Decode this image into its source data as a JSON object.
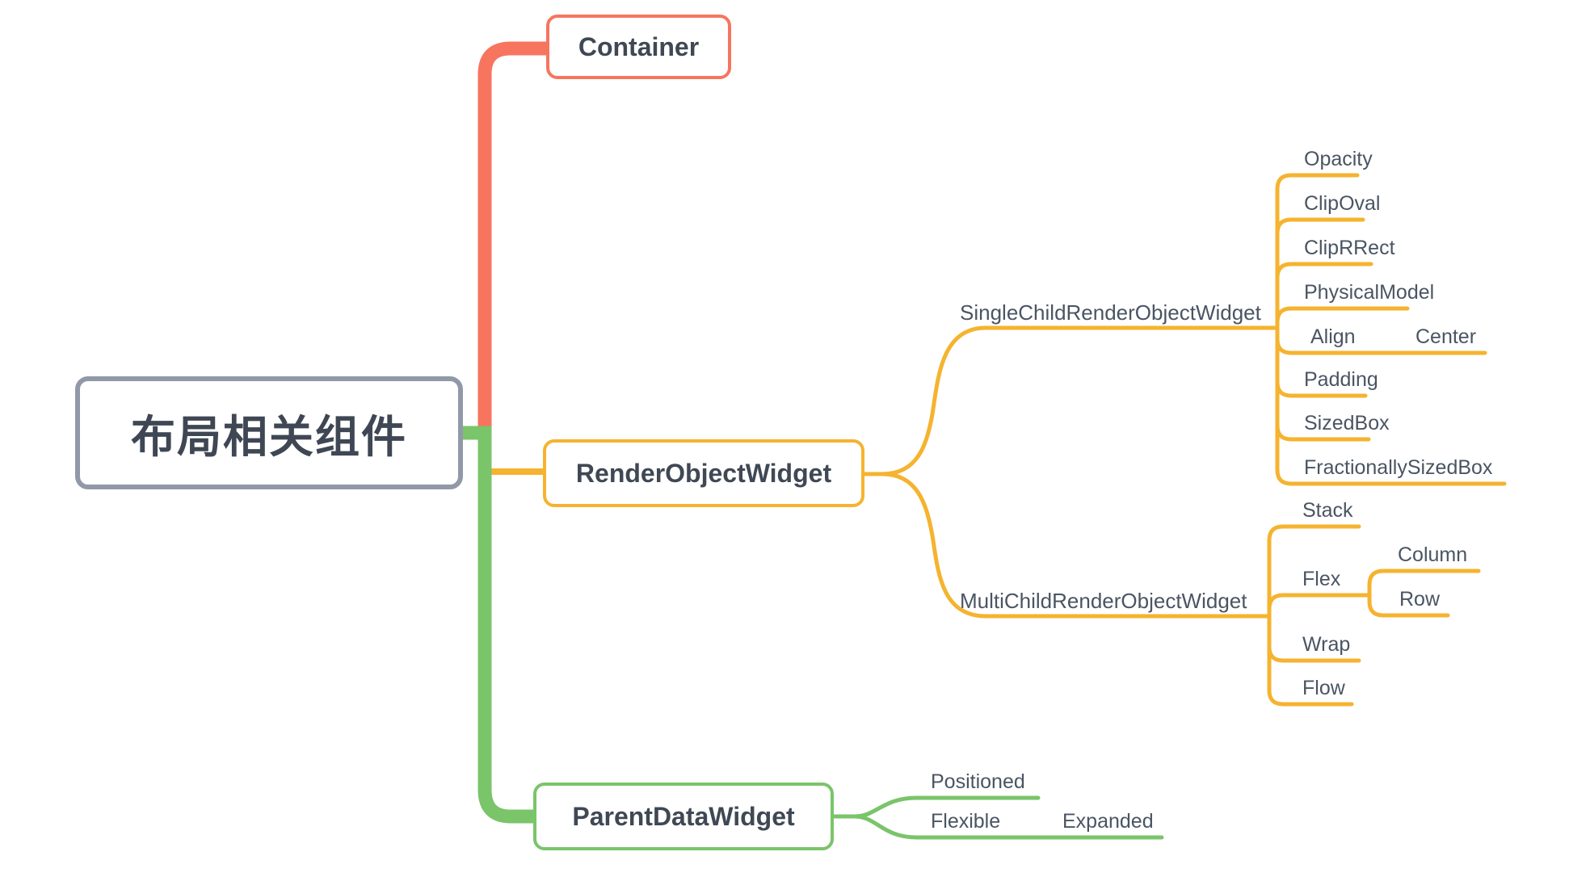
{
  "colors": {
    "branch_container": "#F7755F",
    "branch_render_object": "#F5B32F",
    "branch_parent_data": "#7AC46A",
    "root_border": "#9199A8",
    "node_text": "#3F4854",
    "topic_text": "#4A5563",
    "background": "#FFFFFF"
  },
  "root": {
    "label": "布局相关组件"
  },
  "branches": {
    "container": {
      "label": "Container"
    },
    "render_object_widget": {
      "label": "RenderObjectWidget",
      "children": {
        "single": {
          "label": "SingleChildRenderObjectWidget",
          "items": [
            {
              "label": "Opacity"
            },
            {
              "label": "ClipOval"
            },
            {
              "label": "ClipRRect"
            },
            {
              "label": "PhysicalModel"
            },
            {
              "label": "Align",
              "child": "Center"
            },
            {
              "label": "Padding"
            },
            {
              "label": "SizedBox"
            },
            {
              "label": "FractionallySizedBox"
            }
          ]
        },
        "multi": {
          "label": "MultiChildRenderObjectWidget",
          "items": [
            {
              "label": "Stack"
            },
            {
              "label": "Flex",
              "children": [
                {
                  "label": "Column"
                },
                {
                  "label": "Row"
                }
              ]
            },
            {
              "label": "Wrap"
            },
            {
              "label": "Flow"
            }
          ]
        }
      }
    },
    "parent_data_widget": {
      "label": "ParentDataWidget",
      "items": [
        {
          "label": "Positioned"
        },
        {
          "label": "Flexible",
          "child": "Expanded"
        }
      ]
    }
  }
}
